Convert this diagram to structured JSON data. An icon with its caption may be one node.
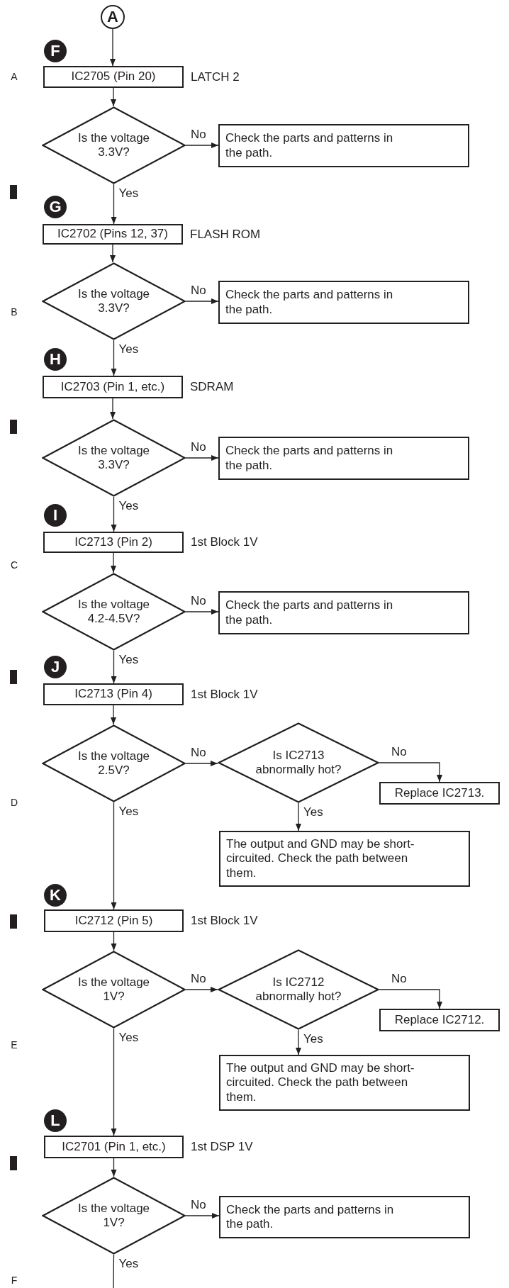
{
  "diagram": {
    "nodes": [
      {
        "text": [
          "A"
        ]
      },
      {
        "text": [
          "IC2705 (Pin 20)"
        ],
        "beside": [
          "LATCH 2"
        ]
      },
      {
        "text": [
          "Is the voltage 3.3V?"
        ]
      },
      {
        "text": [
          "Check the parts and patterns in the path."
        ]
      },
      {
        "text": [
          "IC2702 (Pins 12, 37)"
        ],
        "beside": [
          "FLASH ROM"
        ]
      },
      {
        "text": [
          "Is the voltage 3.3V?"
        ]
      },
      {
        "text": [
          "Check the parts and patterns in the path."
        ]
      },
      {
        "text": [
          "IC2703 (Pin 1, etc.)"
        ],
        "beside": [
          "SDRAM"
        ]
      },
      {
        "text": [
          "Is the voltage 3.3V?"
        ]
      },
      {
        "text": [
          "Check the parts and patterns in the path."
        ]
      },
      {
        "text": [
          "IC2713 (Pin 2)"
        ],
        "beside": [
          "1st Block 1V"
        ]
      },
      {
        "text": [
          "Is the voltage 4.2-4.5V?"
        ]
      },
      {
        "text": [
          "Check the parts and patterns in the path."
        ]
      },
      {
        "text": [
          "IC2713 (Pin 4)"
        ],
        "beside": [
          "1st Block 1V"
        ]
      },
      {
        "text": [
          "Is the voltage 2.5V?"
        ]
      },
      {
        "text": [
          "Is IC2713 abnormally hot?"
        ]
      },
      {
        "text": [
          "Replace IC2713."
        ]
      },
      {
        "text": [
          "The output and GND may be short-circuited. Check the path between them."
        ]
      },
      {
        "text": [
          "IC2712 (Pin 5)"
        ],
        "beside": [
          "1st Block 1V"
        ]
      },
      {
        "text": [
          "Is the voltage 1V?"
        ]
      },
      {
        "text": [
          "Is IC2712 abnormally hot?"
        ]
      },
      {
        "text": [
          "Replace IC2712."
        ]
      },
      {
        "text": [
          "The output and GND may be short-circuited. Check the path between them."
        ]
      },
      {
        "text": [
          "IC2701 (Pin 1, etc.)"
        ],
        "beside": [
          "1st DSP 1V"
        ]
      },
      {
        "text": [
          "Is the voltage 1V?"
        ]
      },
      {
        "text": [
          "Check the parts and patterns in the path."
        ]
      }
    ],
    "edges": [
      {
        "from": 0,
        "to": 1,
        "arrow": "to"
      },
      {
        "from": 1,
        "to": 2,
        "arrow": "to"
      },
      {
        "from": 2,
        "to": 3,
        "arrow": "to",
        "label": "No"
      },
      {
        "from": 2,
        "to": 4,
        "arrow": "to",
        "label": "Yes"
      },
      {
        "from": 4,
        "to": 5,
        "arrow": "to"
      },
      {
        "from": 5,
        "to": 6,
        "arrow": "to",
        "label": "No"
      },
      {
        "from": 5,
        "to": 7,
        "arrow": "to",
        "label": "Yes"
      },
      {
        "from": 7,
        "to": 8,
        "arrow": "to"
      },
      {
        "from": 8,
        "to": 9,
        "arrow": "to",
        "label": "No"
      },
      {
        "from": 8,
        "to": 10,
        "arrow": "to",
        "label": "Yes"
      },
      {
        "from": 10,
        "to": 11,
        "arrow": "to"
      },
      {
        "from": 11,
        "to": 12,
        "arrow": "to",
        "label": "No"
      },
      {
        "from": 11,
        "to": 13,
        "arrow": "to",
        "label": "Yes"
      },
      {
        "from": 13,
        "to": 14,
        "arrow": "to"
      },
      {
        "from": 14,
        "to": 15,
        "arrow": "to",
        "label": "No"
      },
      {
        "from": 15,
        "to": 16,
        "arrow": "to",
        "label": "No"
      },
      {
        "from": 15,
        "to": 17,
        "arrow": "to",
        "label": "Yes"
      },
      {
        "from": 14,
        "to": 18,
        "arrow": "to",
        "label": "Yes"
      },
      {
        "from": 18,
        "to": 19,
        "arrow": "to"
      },
      {
        "from": 19,
        "to": 20,
        "arrow": "to",
        "label": "No"
      },
      {
        "from": 20,
        "to": 21,
        "arrow": "to",
        "label": "No"
      },
      {
        "from": 20,
        "to": 22,
        "arrow": "to",
        "label": "Yes"
      },
      {
        "from": 19,
        "to": 23,
        "arrow": "to",
        "label": "Yes"
      },
      {
        "from": 23,
        "to": 24,
        "arrow": "to"
      },
      {
        "from": 24,
        "to": 25,
        "arrow": "to",
        "label": "No"
      },
      {
        "from": 24,
        "to": null,
        "arrow": "none",
        "label": "Yes"
      }
    ],
    "labels": [
      "F",
      "A",
      "G",
      "B",
      "H",
      "I",
      "C",
      "J",
      "D",
      "K",
      "E",
      "L",
      "F"
    ]
  }
}
